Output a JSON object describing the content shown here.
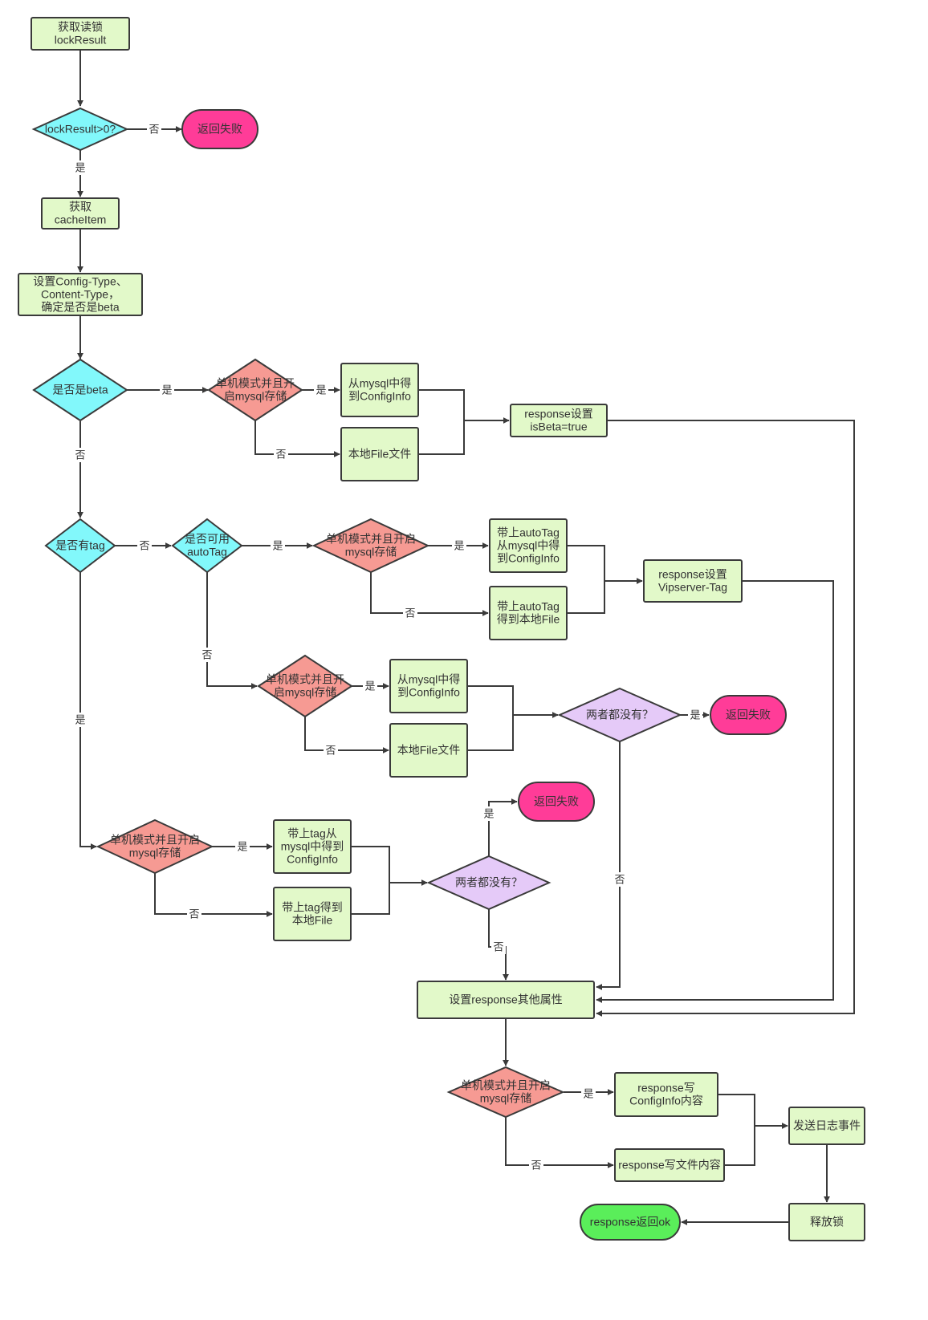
{
  "colors": {
    "process_fill": "#e2f9c9",
    "terminal_fail_fill": "#ff3c98",
    "terminal_ok_fill": "#5aee5a",
    "decision_cyan_fill": "#82f8fb",
    "decision_red_fill": "#f69a93",
    "decision_violet_fill": "#e5caf8",
    "stroke": "#3a3a3a"
  },
  "nodes": {
    "n1": [
      "获取读锁",
      "lockResult"
    ],
    "n2": [
      "lockResult>0?"
    ],
    "n3": [
      "返回失败"
    ],
    "n4": [
      "获取",
      "cacheItem"
    ],
    "n5": [
      "设置Config-Type、",
      "Content-Type，",
      "确定是否是beta"
    ],
    "n6": [
      "是否是beta"
    ],
    "n7": [
      "单机模式并且开",
      "启mysql存储"
    ],
    "n8": [
      "从mysql中得",
      "到ConfigInfo"
    ],
    "n9": [
      "本地File文件"
    ],
    "n10": [
      "response设置",
      "isBeta=true"
    ],
    "n11": [
      "是否有tag"
    ],
    "n12": [
      "是否可用",
      "autoTag"
    ],
    "n13": [
      "单机模式并且开启",
      "mysql存储"
    ],
    "n14": [
      "带上autoTag",
      "从mysql中得",
      "到ConfigInfo"
    ],
    "n15": [
      "带上autoTag",
      "得到本地File"
    ],
    "n16": [
      "response设置",
      "Vipserver-Tag"
    ],
    "n17": [
      "单机模式并且开",
      "启mysql存储"
    ],
    "n18": [
      "从mysql中得",
      "到ConfigInfo"
    ],
    "n19": [
      "本地File文件"
    ],
    "n20": [
      "两者都没有？"
    ],
    "n21": [
      "返回失败"
    ],
    "n22": [
      "返回失败"
    ],
    "n23": [
      "单机模式并且开启",
      "mysql存储"
    ],
    "n24": [
      "带上tag从",
      "mysql中得到",
      "ConfigInfo"
    ],
    "n25": [
      "带上tag得到",
      "本地File"
    ],
    "n26": [
      "两者都没有？"
    ],
    "n27": [
      "设置response其他属性"
    ],
    "n28": [
      "单机模式并且开启",
      "mysql存储"
    ],
    "n29": [
      "response写",
      "ConfigInfo内容"
    ],
    "n30": [
      "response写文件内容"
    ],
    "n31": [
      "发送日志事件"
    ],
    "n32": [
      "释放锁"
    ],
    "n33": [
      "response返回ok"
    ]
  },
  "edge_labels": {
    "no_fail_1": "否",
    "yes_1": "是",
    "beta_yes": "是",
    "beta_mysql_yes": "是",
    "beta_mysql_no": "否",
    "beta_no": "否",
    "tag_no": "否",
    "autotag_yes": "是",
    "autotag_mysql_yes": "是",
    "autotag_mysql_no": "否",
    "autotag_no": "否",
    "plain_mysql_yes": "是",
    "plain_mysql_no": "否",
    "both_none_yes": "是",
    "both_none_no": "否",
    "tag_yes": "是",
    "tag_mysql_yes": "是",
    "tag_mysql_no": "否",
    "tag_both_yes": "是",
    "tag_both_no": "否",
    "final_mysql_yes": "是",
    "final_mysql_no": "否"
  }
}
